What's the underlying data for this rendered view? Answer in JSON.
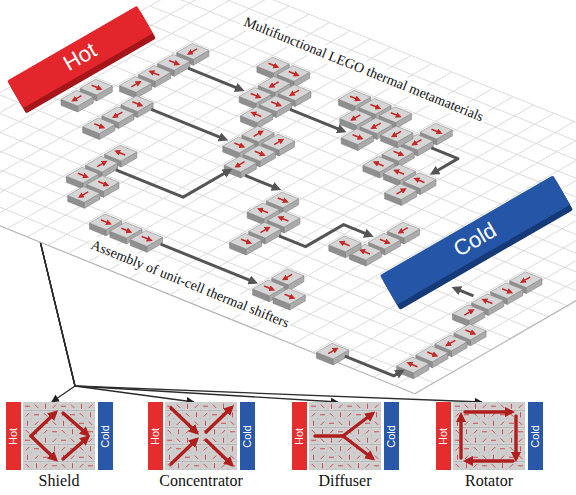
{
  "diagram": {
    "nodes": [
      {
        "text": [
          "Multifunctional LEGO thermal metamaterials",
          "Assembly of unit-cell thermal shifters"
        ]
      },
      {
        "text": [
          "Hot"
        ],
        "in": 0
      },
      {
        "text": [
          "Cold"
        ],
        "in": 0
      },
      {
        "text": [
          "Hot"
        ]
      },
      {
        "text": [
          "Shield"
        ]
      },
      {
        "text": [
          "Cold"
        ]
      },
      {
        "text": [
          "Hot"
        ]
      },
      {
        "text": [
          "Concentrator"
        ]
      },
      {
        "text": [
          "Cold"
        ]
      },
      {
        "text": [
          "Hot"
        ]
      },
      {
        "text": [
          "Diffuser"
        ]
      },
      {
        "text": [
          "Cold"
        ]
      },
      {
        "text": [
          "Hot"
        ]
      },
      {
        "text": [
          "Rotator"
        ]
      },
      {
        "text": [
          "Cold"
        ]
      }
    ],
    "edges": [
      {
        "from": 0,
        "to": 4,
        "arrow": "to"
      },
      {
        "from": 0,
        "to": 7,
        "arrow": "to"
      },
      {
        "from": 0,
        "to": 10,
        "arrow": "to"
      },
      {
        "from": 0,
        "to": 13,
        "arrow": "to"
      }
    ]
  }
}
